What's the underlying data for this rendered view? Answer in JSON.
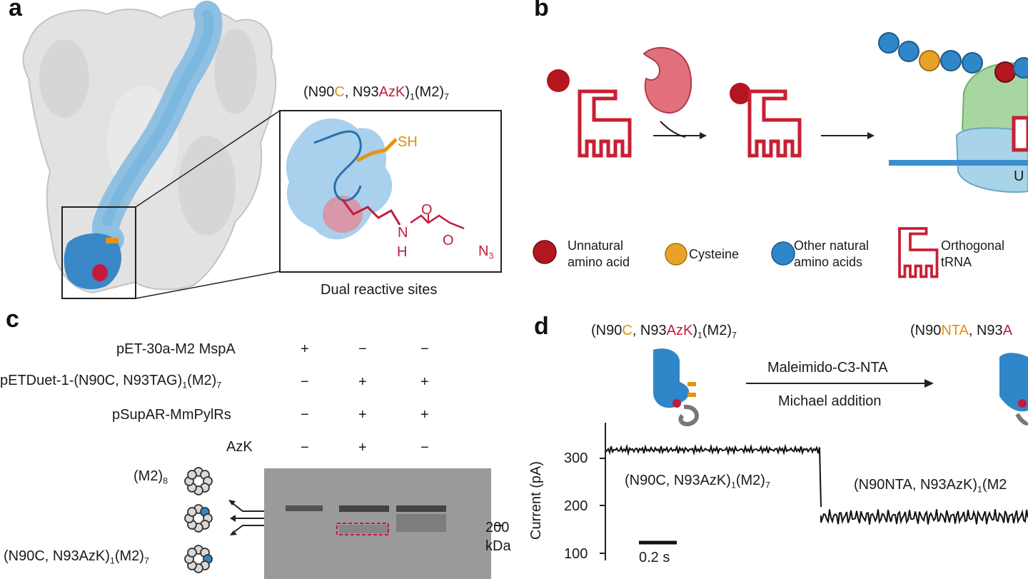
{
  "panels": {
    "a": {
      "label": "a",
      "inset_title": {
        "p1": "(N90",
        "c": "C",
        "p2": ", N93",
        "azk": "AzK",
        "p3": ")",
        "sub1": "1",
        "p4": "(M2)",
        "sub2": "7"
      },
      "sh_label": "SH",
      "chem": {
        "o_top": "O",
        "n": "N",
        "h": "H",
        "o_mid": "O",
        "n3": "N",
        "n3_sub": "3"
      },
      "caption": "Dual reactive sites"
    },
    "b": {
      "label": "b",
      "codon": "U",
      "legend": [
        {
          "name": "unnatural",
          "text1": "Unnatural",
          "text2": "amino acid",
          "color": "#b3161f"
        },
        {
          "name": "cysteine",
          "text1": "Cysteine",
          "text2": "",
          "color": "#e8a22a"
        },
        {
          "name": "natural",
          "text1": "Other natural",
          "text2": "amino acids",
          "color": "#2f86c8"
        },
        {
          "name": "trna",
          "text1": "Orthogonal",
          "text2": "tRNA",
          "color": "#c81f33"
        }
      ]
    },
    "c": {
      "label": "c",
      "rows": [
        {
          "label": "pET-30a-M2 MspA",
          "marks": [
            "+",
            "−",
            "−"
          ]
        },
        {
          "label_main": "pETDuet-1-(N90C, N93TAG)",
          "sub1": "1",
          "label_mid": "(M2)",
          "sub2": "7",
          "marks": [
            "−",
            "+",
            "+"
          ]
        },
        {
          "label": "pSupAR-MmPylRs",
          "marks": [
            "−",
            "+",
            "+"
          ]
        },
        {
          "label": "AzK",
          "marks": [
            "−",
            "+",
            "−"
          ]
        }
      ],
      "m2_8": {
        "text": "(M2)",
        "sub": "8"
      },
      "bottom_label": {
        "p1": "(N90C, N93AzK)",
        "sub1": "1",
        "p2": "(M2)",
        "sub2": "7"
      },
      "marker": {
        "value": "200",
        "unit": "kDa"
      }
    },
    "d": {
      "label": "d",
      "left_title": {
        "p1": "(N90",
        "c": "C",
        "p2": ", N93",
        "azk": "AzK",
        "p3": ")",
        "sub1": "1",
        "p4": "(M2)",
        "sub2": "7"
      },
      "right_title": {
        "p1": "(N90",
        "nta": "NTA",
        "p2": ", N93",
        "a": "A"
      },
      "reagent": "Maleimido-C3-NTA",
      "reaction": "Michael addition",
      "ylabel": "Current (pA)",
      "yticks": [
        "300",
        "200",
        "100"
      ],
      "trace_label_1": {
        "p1": "(N90C, N93AzK)",
        "sub1": "1",
        "p2": "(M2)",
        "sub2": "7"
      },
      "trace_label_2": {
        "p1": "(N90NTA, N93AzK)",
        "sub1": "1",
        "p2": "(M2"
      },
      "scale_bar": "0.2 s"
    }
  },
  "colors": {
    "protein_blue": "#3a87c8",
    "light_blue": "#9ac8e8",
    "red": "#c21b3b",
    "orange": "#e8930f",
    "grey_surface": "#e3e3e3"
  }
}
